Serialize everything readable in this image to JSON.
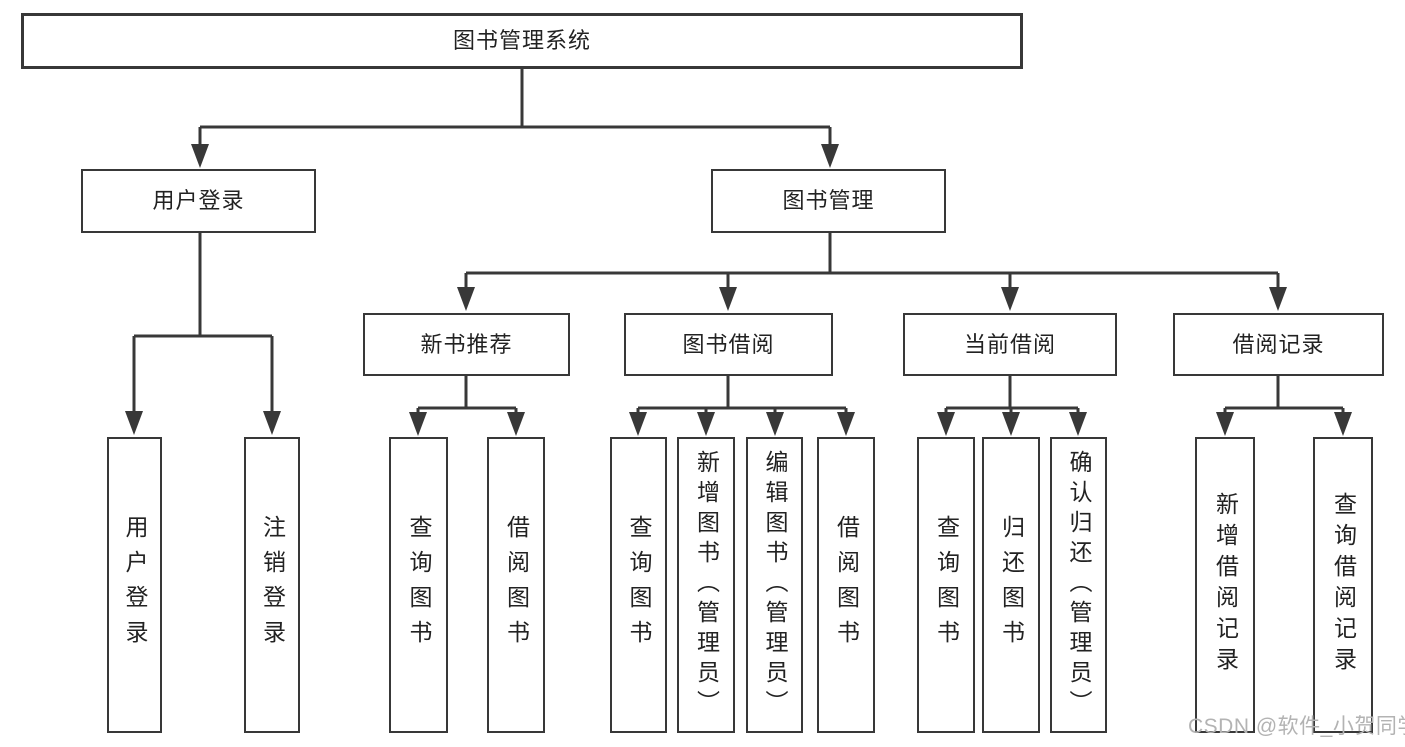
{
  "diagram": {
    "root": {
      "label": "图书管理系统"
    },
    "branches": [
      {
        "label": "用户登录",
        "children": [
          {
            "label": "用户登录"
          },
          {
            "label": "注销登录"
          }
        ]
      },
      {
        "label": "图书管理",
        "children": [
          {
            "label": "新书推荐",
            "children": [
              {
                "label": "查询图书"
              },
              {
                "label": "借阅图书"
              }
            ]
          },
          {
            "label": "图书借阅",
            "children": [
              {
                "label": "查询图书"
              },
              {
                "label": "新增图书（管理员）"
              },
              {
                "label": "编辑图书（管理员）"
              },
              {
                "label": "借阅图书"
              }
            ]
          },
          {
            "label": "当前借阅",
            "children": [
              {
                "label": "查询图书"
              },
              {
                "label": "归还图书"
              },
              {
                "label": "确认归还（管理员）"
              }
            ]
          },
          {
            "label": "借阅记录",
            "children": [
              {
                "label": "新增借阅记录"
              },
              {
                "label": "查询借阅记录"
              }
            ]
          }
        ]
      }
    ],
    "watermark": "CSDN @软件_小贺同学",
    "colors": {
      "line": "#383838",
      "text": "#222222",
      "watermark": "#b3b3b3",
      "background": "#ffffff"
    }
  }
}
